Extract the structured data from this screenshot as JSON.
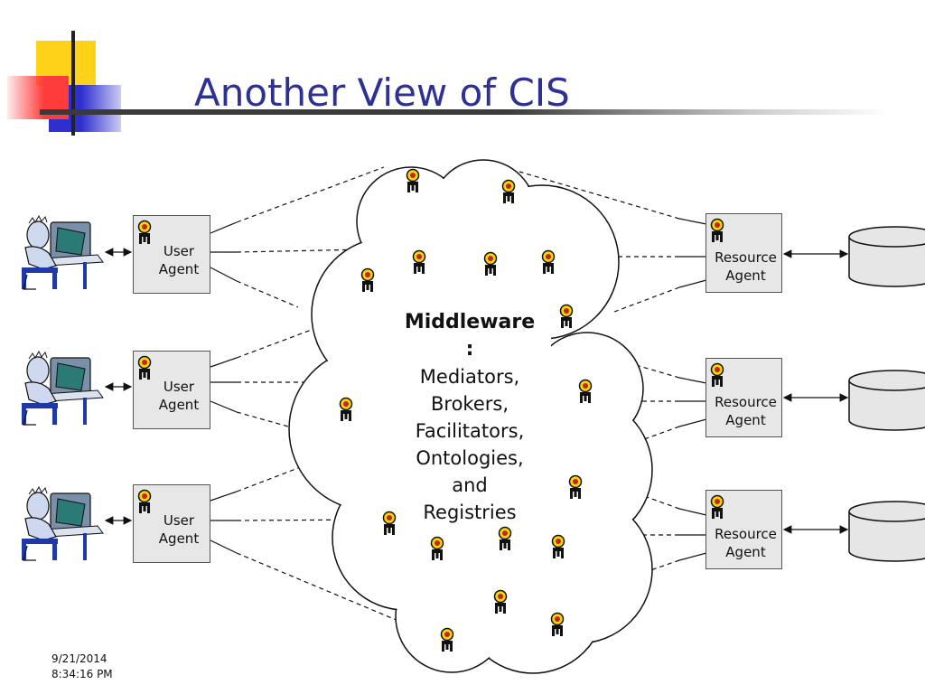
{
  "slide": {
    "title": "Another View of CIS",
    "footer_date": "9/21/2014",
    "footer_time": "8:34:16 PM"
  },
  "user_agents": [
    {
      "line1": "User",
      "line2": "Agent"
    },
    {
      "line1": "User",
      "line2": "Agent"
    },
    {
      "line1": "User",
      "line2": "Agent"
    }
  ],
  "resource_agents": [
    {
      "line1": "Resource",
      "line2": "Agent"
    },
    {
      "line1": "Resource",
      "line2": "Agent"
    },
    {
      "line1": "Resource",
      "line2": "Agent"
    }
  ],
  "middleware": {
    "title": "Middleware",
    "colon": ":",
    "items": [
      "Mediators,",
      "Brokers,",
      "Facilitators,",
      "Ontologies,",
      "and",
      "Registries"
    ]
  },
  "colors": {
    "title": "#2E3192",
    "agent_box": "#e7e7e7",
    "cylinder": "#e6e6e6",
    "agent_icon_ring": "#f5d800",
    "agent_icon_core": "#cc1f1f"
  },
  "icons": [
    "user-at-computer-icon",
    "agent-robot-icon",
    "database-cylinder-icon",
    "double-arrow-icon"
  ]
}
